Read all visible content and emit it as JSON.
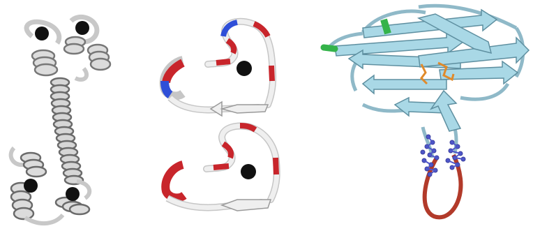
{
  "figure": {
    "panels": [
      {
        "kind": "protein-ribbon",
        "description_colors": [
          "#c8c8c8",
          "#1a1a1a"
        ],
        "ion_count": 4
      },
      {
        "kind": "protein-ribbon-pair",
        "colors": {
          "base": "#eeeeee",
          "highlight_red": "#c8252b",
          "highlight_blue": "#2f4fd8",
          "ion": "#111111"
        },
        "ion_count": 2
      },
      {
        "kind": "protein-beta-sheet",
        "colors": {
          "sheet": "#a9d8e6",
          "loop": "#b23a2a",
          "green": "#34b34a",
          "orange": "#e08a2a",
          "sticks": "#4e56c9"
        }
      }
    ]
  }
}
